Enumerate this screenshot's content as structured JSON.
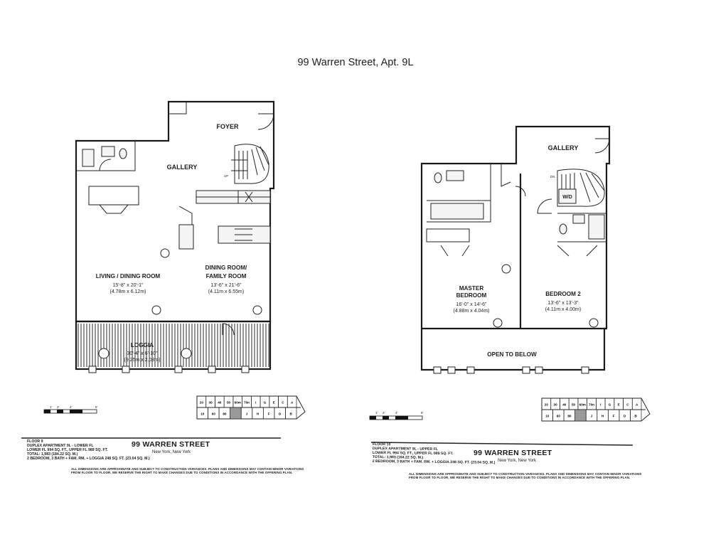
{
  "title": "99 Warren Street, Apt. 9L",
  "lower": {
    "rooms": {
      "foyer": "FOYER",
      "gallery": "GALLERY",
      "up": "UP",
      "living": "LIVING / DINING  ROOM",
      "living_dim_ft": "15'-8\" x 20'-1\"",
      "living_dim_m": "(4.78m x 6.12m)",
      "dining_1": "DINING ROOM/",
      "dining_2": "FAMILY ROOM",
      "dining_dim_ft": "13'-6\" x 21'-6\"",
      "dining_dim_m": "(4.11m x 6.55m)",
      "loggia": "LOGGIA",
      "loggia_dim_ft": "30'-4\" x 6'-10\"",
      "loggia_dim_m": "(9.25m x 2.08m)"
    },
    "scale_labels": [
      "1'",
      "2'",
      "4'",
      "8'"
    ],
    "keyplan": {
      "top": [
        "20",
        "30",
        "40",
        "50",
        "60m",
        "70n",
        "I",
        "G",
        "E",
        "C",
        "A"
      ],
      "bottom": [
        "10",
        "60",
        "80",
        "",
        "J",
        "H",
        "F",
        "D",
        "B"
      ]
    },
    "info": {
      "floor": "FLOOR 9",
      "apt": "DUPLEX APARTMENT 9L - LOWER FL",
      "area": "LOWER FL 994 SQ. FT., UPPER FL 989 SQ. FT.",
      "total": "TOTAL: 1,983 (184.22 SQ. M.)",
      "beds": "2 BEDROOM, 3 BATH + FAM. RM. + LOGGIA 248 SQ. FT. (23.04 SQ. M.)"
    },
    "building": "99 WARREN STREET",
    "city": "New York, New York",
    "legal_1": "ALL DIMENSIONS ARE APPROXIMATE AND SUBJECT TO CONSTRUCTION VARIANCES. PLANS AND DIMENSIONS MAY CONTAIN MINOR VARIATIONS",
    "legal_2": "FROM FLOOR TO FLOOR. WE RESERVE THE RIGHT TO MAKE CHANGES DUE TO CONDITIONS IN ACCORDANCE WITH THE OFFERING PLAN."
  },
  "upper": {
    "rooms": {
      "gallery": "GALLERY",
      "dn": "DN",
      "wd": "W/D",
      "master_1": "MASTER",
      "master_2": "BEDROOM",
      "master_dim_ft": "16'-0\" x 14'-6\"",
      "master_dim_m": "(4.88m x 4.04m)",
      "bed2": "BEDROOM 2",
      "bed2_dim_ft": "13'-6\" x 13'-3\"",
      "bed2_dim_m": "(4.11m x 4.00m)",
      "open": "OPEN TO BELOW"
    },
    "scale_labels": [
      "1'",
      "2'",
      "4'",
      "8'"
    ],
    "keyplan": {
      "top": [
        "20",
        "30",
        "40",
        "50",
        "60m",
        "70n",
        "I",
        "G",
        "E",
        "C",
        "A"
      ],
      "bottom": [
        "10",
        "60",
        "80",
        "",
        "J",
        "H",
        "F",
        "D",
        "B"
      ]
    },
    "info": {
      "floor": "FLOOR 10",
      "apt": "DUPLEX APARTMENT 9L - UPPER FL",
      "area": "LOWER FL 994 SQ. FT., UPPER FL 989 SQ. FT.",
      "total": "TOTAL: 1,983 (184.22 SQ. M.)",
      "beds": "2 BEDROOM, 3 BATH + FAM. RM. + LOGGIA 248 SQ. FT. (23.04 SQ. M.)"
    },
    "building": "99 WARREN STREET",
    "city": "New York, New York",
    "legal_1": "ALL DIMENSIONS ARE APPROXIMATE AND SUBJECT TO CONSTRUCTION VARIANCES. PLANS AND DIMENSIONS MAY CONTAIN MINOR VARIATIONS",
    "legal_2": "FROM FLOOR TO FLOOR. WE RESERVE THE RIGHT TO MAKE CHANGES DUE TO CONDITIONS IN ACCORDANCE WITH THE OFFERING PLAN."
  }
}
